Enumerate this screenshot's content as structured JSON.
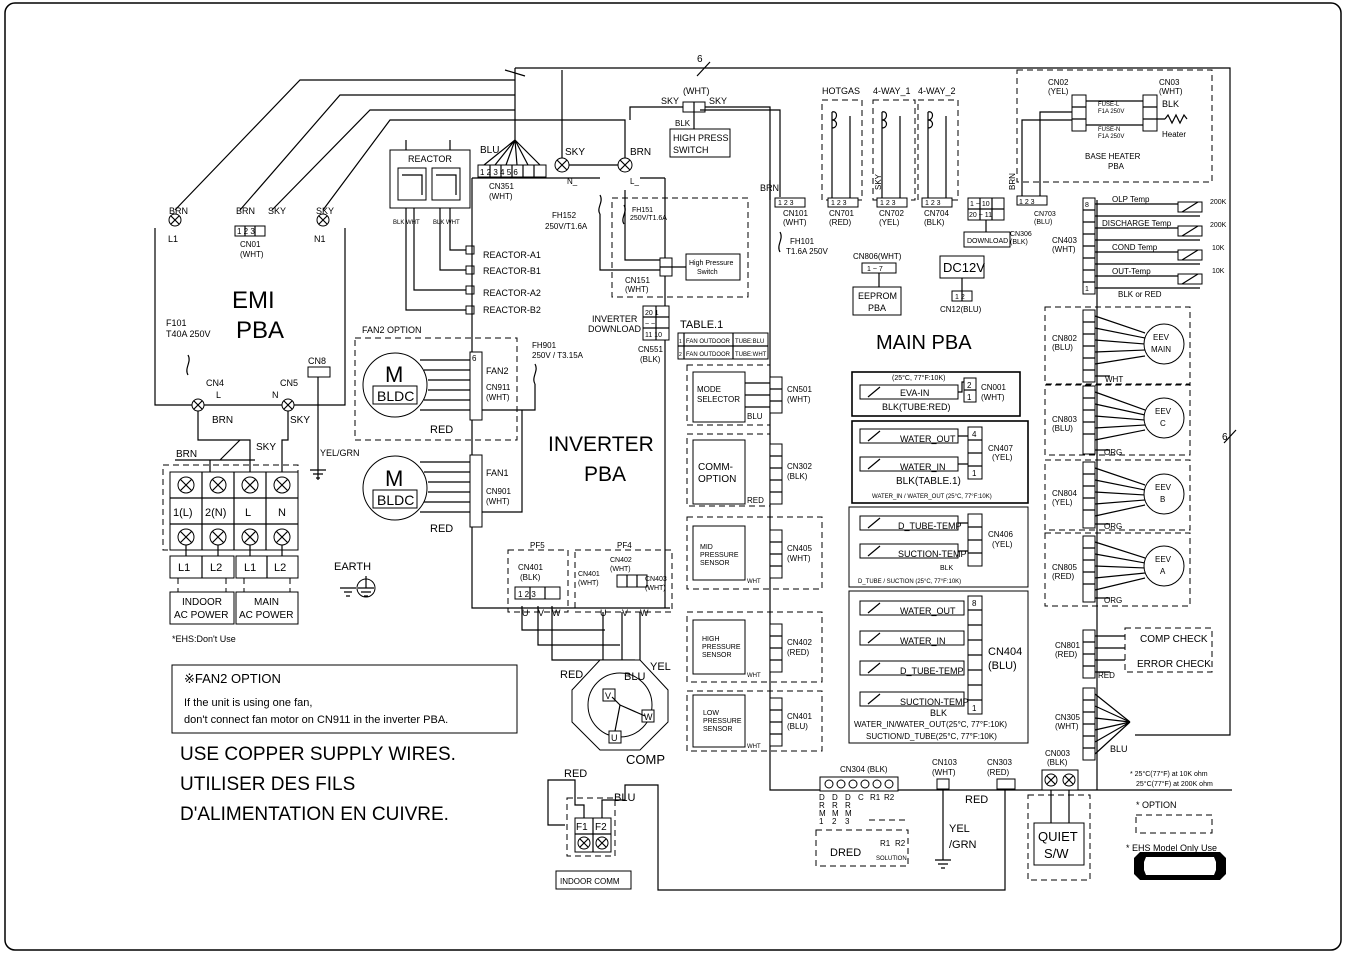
{
  "blocks": {
    "emi": [
      "EMI",
      "PBA"
    ],
    "inverter": [
      "INVERTER",
      "PBA"
    ],
    "main": "MAIN PBA",
    "reactor": "REACTOR",
    "comp": "COMP",
    "fan": [
      "M",
      "BLDC"
    ],
    "dc12v": "DC12V",
    "eeprom": [
      "EEPROM",
      "PBA"
    ],
    "download": "DOWNLOAD",
    "earth": "EARTH",
    "quiet": [
      "QUIET",
      "S/W"
    ],
    "dred": "DRED",
    "base_heater": [
      "BASE HEATER",
      "PBA"
    ],
    "heater": "Heater",
    "high_press": [
      "HIGH PRESS",
      "SWITCH"
    ],
    "fan2_option_box": "FAN2 OPTION",
    "indoor_comm": "INDOOR COMM"
  },
  "fuses": {
    "f101": [
      "F101",
      "T40A 250V"
    ],
    "fh901": [
      "FH901",
      "250V / T3.15A"
    ],
    "fh152": [
      "FH152",
      "250V/T1.6A"
    ],
    "fh151": [
      "FH151",
      "250V/T1.6A"
    ],
    "fh101": [
      "FH101",
      "T1.6A 250V"
    ],
    "fuse_l": [
      "FUSE-L",
      "F1A 250V"
    ],
    "fuse_n": [
      "FUSE-N",
      "F1A 250V"
    ]
  },
  "connectors": {
    "cn01": [
      "CN01",
      "(WHT)"
    ],
    "cn351": [
      "CN351",
      "(WHT)"
    ],
    "cn4": "CN4",
    "cn5": "CN5",
    "cn8": "CN8",
    "cn911": [
      "CN911",
      "(WHT)"
    ],
    "cn901": [
      "CN901",
      "(WHT)"
    ],
    "cn151": [
      "CN151",
      "(WHT)"
    ],
    "cn551": [
      "CN551",
      "(BLK)"
    ],
    "inverter_download": [
      "INVERTER",
      "DOWNLOAD"
    ],
    "cn401_blk": [
      "CN401",
      "(BLK)"
    ],
    "cn401_wht": [
      "CN401",
      "(WHT)"
    ],
    "cn402_wht": [
      "CN402",
      "(WHT)"
    ],
    "cn403_wht": [
      "CN403",
      "(WHT)"
    ],
    "pf5": "PF5",
    "pf4": "PF4",
    "cn101": [
      "CN101",
      "(WHT)"
    ],
    "cn701": [
      "CN701",
      "(RED)"
    ],
    "cn702": [
      "CN702",
      "(YEL)"
    ],
    "cn704": [
      "CN704",
      "(BLK)"
    ],
    "cn306": [
      "CN306",
      "(BLK)"
    ],
    "cn703": [
      "CN703",
      "(BLU)"
    ],
    "cn02": [
      "CN02",
      "(YEL)"
    ],
    "cn03": [
      "CN03",
      "(WHT)"
    ],
    "cn806": "CN806(WHT)",
    "cn12": "CN12(BLU)",
    "cn403_main": [
      "CN403",
      "(WHT)"
    ],
    "cn802": [
      "CN802",
      "(BLU)"
    ],
    "cn803": [
      "CN803",
      "(BLU)"
    ],
    "cn804": [
      "CN804",
      "(YEL)"
    ],
    "cn805": [
      "CN805",
      "(RED)"
    ],
    "cn801": [
      "CN801",
      "(RED)"
    ],
    "cn305": [
      "CN305",
      "(WHT)"
    ],
    "cn003": [
      "CN003",
      "(BLK)"
    ],
    "cn001": [
      "CN001",
      "(WHT)"
    ],
    "cn407": [
      "CN407",
      "(YEL)"
    ],
    "cn406": [
      "CN406",
      "(YEL)"
    ],
    "cn404": [
      "CN404",
      "(BLU)"
    ],
    "cn501": [
      "CN501",
      "(WHT)"
    ],
    "cn302": [
      "CN302",
      "(BLK)"
    ],
    "cn405": [
      "CN405",
      "(WHT)"
    ],
    "cn402_red": [
      "CN402",
      "(RED)"
    ],
    "cn401_blu": [
      "CN401",
      "(BLU)"
    ],
    "cn304": "CN304 (BLK)",
    "cn103": [
      "CN103",
      "(WHT)"
    ],
    "cn303": [
      "CN303",
      "(RED)"
    ]
  },
  "valves": [
    "HOTGAS",
    "4-WAY_1",
    "4-WAY_2"
  ],
  "temps": {
    "olp": "OLP Temp",
    "discharge": "DISCHARGE Temp",
    "cond": "COND Temp",
    "out": "OUT-Temp",
    "r200k": "200K",
    "r10k": "10K",
    "blk_or_red": "BLK or RED"
  },
  "eev": {
    "main": [
      "EEV",
      "MAIN"
    ],
    "c": [
      "EEV",
      "C"
    ],
    "b": [
      "EEV",
      "B"
    ],
    "a": [
      "EEV",
      "A"
    ]
  },
  "sensors": {
    "eva_in": "EVA-IN",
    "eva_top": "(25°C, 77°F:10K)",
    "eva_bot": "BLK(TUBE:RED)",
    "water_out": "WATER_OUT",
    "water_in": "WATER_IN",
    "blk_table": "BLK(TABLE.1)",
    "cn407_note": "WATER_IN / WATER_OUT (25°C, 77°F:10K)",
    "d_tube": "D_TUBE-TEMP",
    "suction": "SUCTION-TEMP",
    "cn406_note": "D_TUBE / SUCTION (25°C, 77°F:10K)",
    "cn404_note1": "WATER_IN/WATER_OUT(25°C, 77°F:10K)",
    "cn404_note2": "SUCTION/D_TUBE(25°C, 77°F:10K)"
  },
  "modules": {
    "mode": [
      "MODE",
      "SELECTOR"
    ],
    "comm": [
      "COMM-",
      "OPTION"
    ],
    "mid": [
      "MID",
      "PRESSURE",
      "SENSOR"
    ],
    "high": [
      "HIGH",
      "PRESSURE",
      "SENSOR"
    ],
    "low": [
      "LOW",
      "PRESSURE",
      "SENSOR"
    ]
  },
  "checks": [
    "COMP CHECK",
    "ERROR CHECK"
  ],
  "table1": {
    "title": "TABLE.1",
    "rows": [
      [
        "FAN OUTDOOR",
        "TUBE:BLU"
      ],
      [
        "FAN OUTDOOR",
        "TUBE:WHT"
      ]
    ]
  },
  "terminals": {
    "top": [
      "1(L)",
      "2(N)",
      "L",
      "N"
    ],
    "bottom": [
      "L1",
      "L2",
      "L1",
      "L2"
    ],
    "indoor": [
      "INDOOR",
      "AC POWER"
    ],
    "main": [
      "MAIN",
      "AC POWER"
    ],
    "ehs_note": "*EHS:Don't Use"
  },
  "notes": {
    "fan2_title": "※FAN2 OPTION",
    "fan2_line1": "If the unit is using one fan,",
    "fan2_line2": "don't connect fan motor on CN911 in the inverter PBA.",
    "copper": [
      "USE COPPER SUPPLY WIRES.",
      "UTILISER DES FILS",
      "D'ALIMENTATION EN CUIVRE."
    ],
    "ohm": [
      "* 25°C(77°F) at 10K ohm",
      "25°C(77°F) at 200K ohm"
    ],
    "option": "* OPTION",
    "ehs_only": "* EHS Model Only Use"
  },
  "wire_labels": {
    "brn": "BRN",
    "sky": "SKY",
    "blu": "BLU",
    "red": "RED",
    "yel": "YEL",
    "wht": "WHT",
    "blk": "BLK",
    "org": "ORG",
    "yel_grn": "YEL/GRN",
    "wht_p": "(WHT)",
    "six": "6",
    "l1": "L1",
    "n1": "N1",
    "l": "L",
    "n": "N",
    "n_sub": "N_",
    "l_sub": "L_",
    "fan1": "FAN1",
    "fan2": "FAN2",
    "solution": "SOLUTION",
    "r1": "R1",
    "r2": "R2",
    "f1": "F1",
    "f2": "F2",
    "u": "U",
    "v": "V",
    "w": "W",
    "hp_switch": [
      "High Pressure",
      "Switch"
    ],
    "yel_word": "YEL",
    "grn_word": "/GRN"
  },
  "dred_pins": [
    [
      "D",
      "R",
      "M",
      "1"
    ],
    [
      "D",
      "R",
      "M",
      "2"
    ],
    [
      "D",
      "R",
      "M",
      "3"
    ]
  ]
}
